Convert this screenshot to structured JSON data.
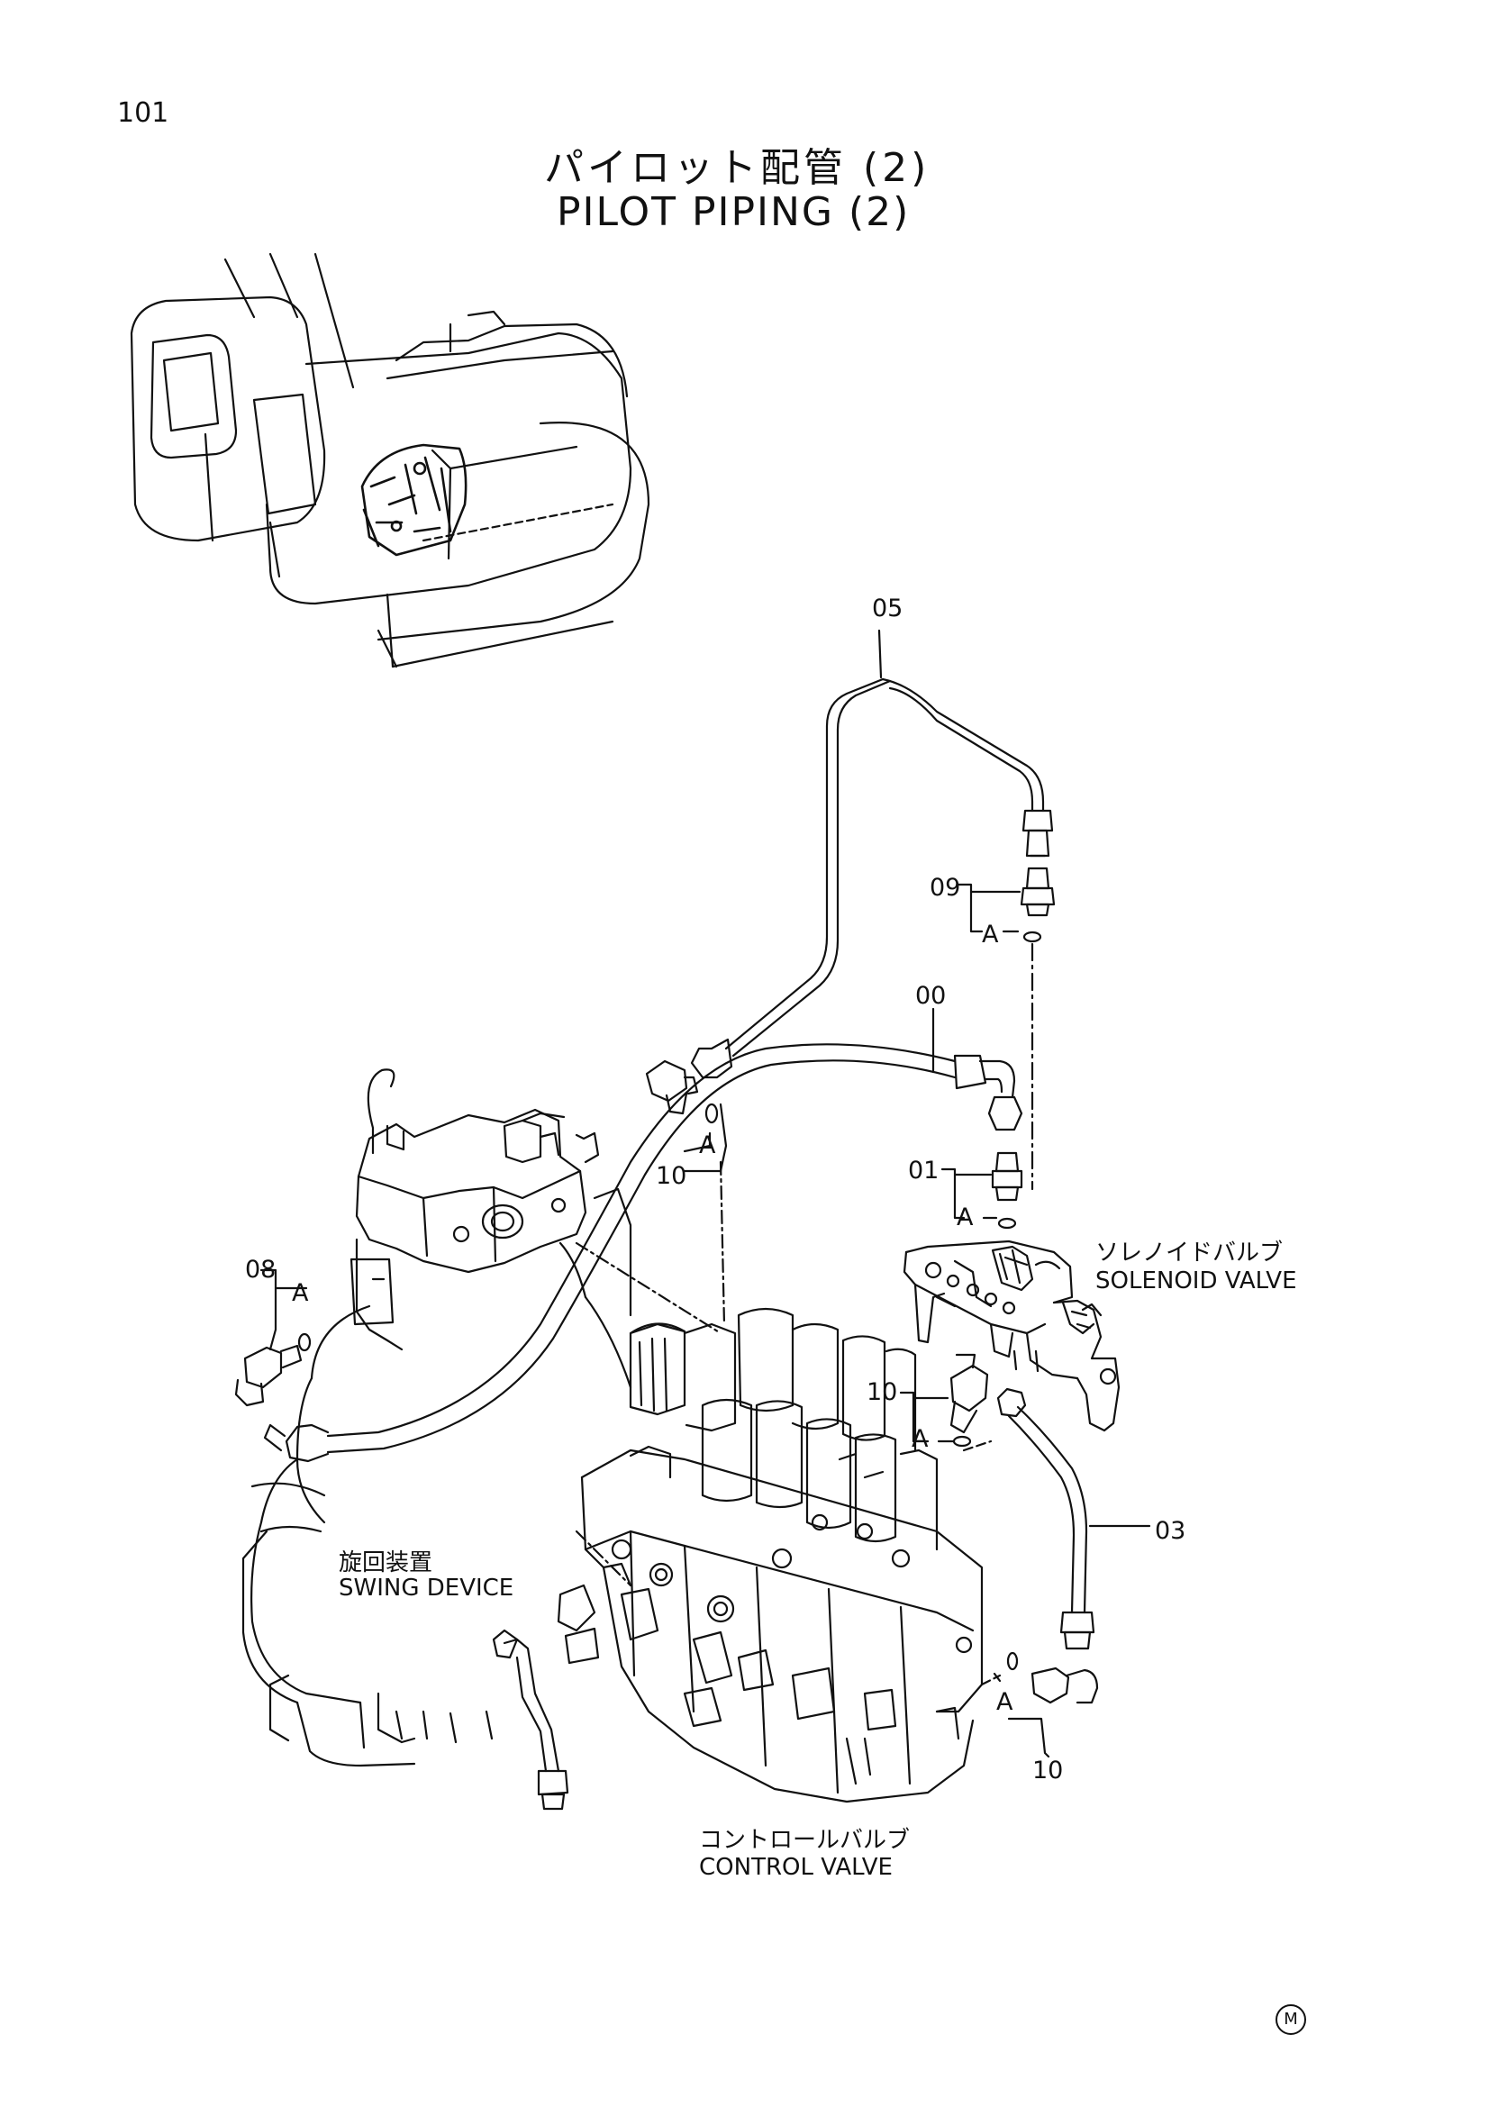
{
  "page_number": "101",
  "title_jp": "パイロット配管 (2)",
  "title_en": "PILOT PIPING (2)",
  "components": {
    "solenoid_valve_jp": "ソレノイドバルブ",
    "solenoid_valve_en": "SOLENOID VALVE",
    "swing_device_jp": "旋回装置",
    "swing_device_en": "SWING DEVICE",
    "control_valve_jp": "コントロールバルブ",
    "control_valve_en": "CONTROL VALVE"
  },
  "part_labels": {
    "p05": "05",
    "p09": "09",
    "p00": "00",
    "p01": "01",
    "p10_upper": "10",
    "p08": "08",
    "p10_mid": "10",
    "p03": "03",
    "p10_lower": "10"
  },
  "callouts": {
    "a1": "A",
    "a2": "A",
    "a3": "A",
    "a4": "A",
    "a5": "A",
    "a6": "A"
  },
  "mark": "M"
}
